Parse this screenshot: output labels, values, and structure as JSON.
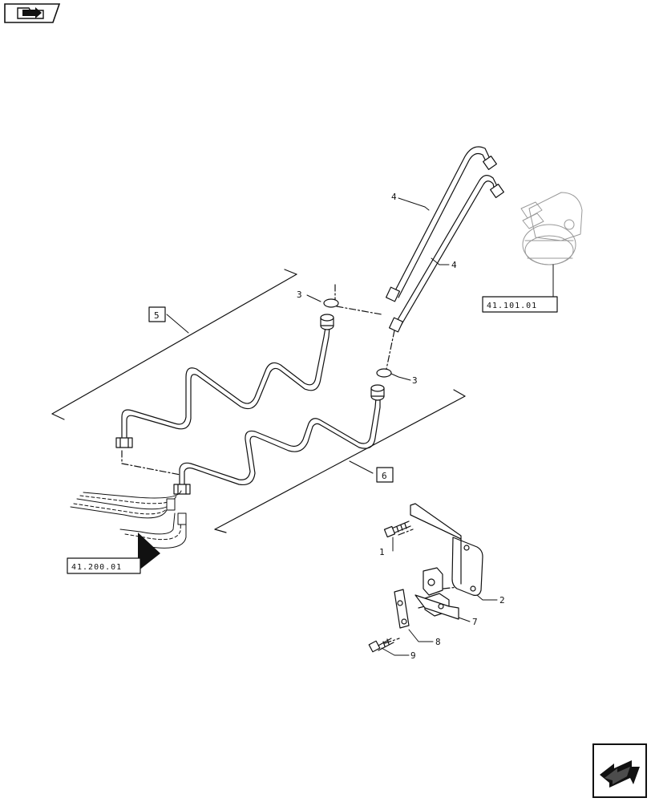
{
  "title": "",
  "navigation": {
    "back_icon": "arrow-back-icon",
    "forward_icon": "arrow-forward-icon"
  },
  "callouts": {
    "item1": "1",
    "item2": "2",
    "item3a": "3",
    "item3b": "3",
    "item4a": "4",
    "item4b": "4",
    "item5": "5",
    "item6": "6",
    "item7": "7",
    "item8": "8",
    "item9": "9"
  },
  "references": {
    "motor_ref": "41.101.01",
    "valve_ref": "41.200.01"
  },
  "colors": {
    "line": "#111111",
    "background": "#ffffff",
    "shading": "#cfcfcf"
  }
}
